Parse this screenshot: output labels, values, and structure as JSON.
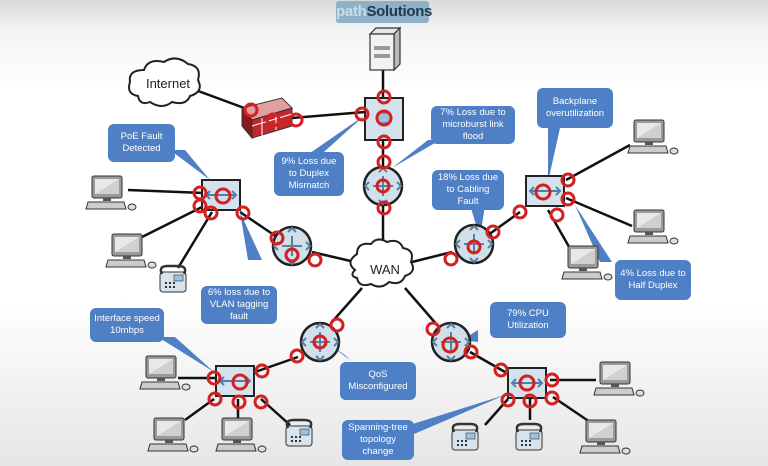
{
  "logo": {
    "part1": "path",
    "part2": "Solutions"
  },
  "clouds": {
    "internet": "Internet",
    "wan": "WAN"
  },
  "callouts": [
    {
      "id": "poe",
      "text": "PoE Fault Detected"
    },
    {
      "id": "duplex-mismatch",
      "text": "9% Loss due to Duplex Mismatch"
    },
    {
      "id": "microburst",
      "text": "7% Loss due to microburst link flood"
    },
    {
      "id": "backplane",
      "text": "Backplane overutilization"
    },
    {
      "id": "cabling",
      "text": "18% Loss due to Cabling Fault"
    },
    {
      "id": "half-duplex",
      "text": "4% Loss due to Half Duplex"
    },
    {
      "id": "vlan",
      "text": "6% loss due to VLAN tagging fault"
    },
    {
      "id": "interface-speed",
      "text": "Interface speed 10mbps"
    },
    {
      "id": "qos",
      "text": "QoS Misconfigured"
    },
    {
      "id": "cpu",
      "text": "79% CPU Utilization"
    },
    {
      "id": "spanning-tree",
      "text": "Spanning-tree topology change"
    }
  ],
  "colors": {
    "callout": "#4f7fc4",
    "fault_ring": "#d42020",
    "link": "#111111",
    "firewall": "#c0282d"
  }
}
